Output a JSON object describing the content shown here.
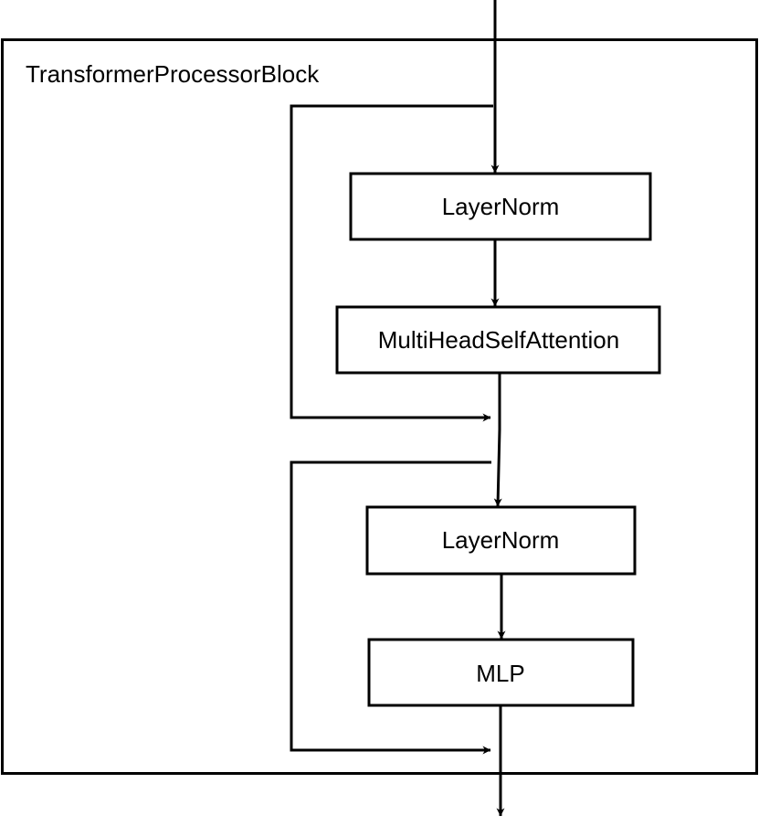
{
  "diagram": {
    "container_label": "TransformerProcessorBlock",
    "nodes": [
      {
        "id": "ln1",
        "label": "LayerNorm"
      },
      {
        "id": "mhsa",
        "label": "MultiHeadSelfAttention"
      },
      {
        "id": "ln2",
        "label": "LayerNorm"
      },
      {
        "id": "mlp",
        "label": "MLP"
      }
    ],
    "edges": [
      {
        "from": "input",
        "to": "ln1"
      },
      {
        "from": "ln1",
        "to": "mhsa"
      },
      {
        "from": "mhsa",
        "to": "ln2"
      },
      {
        "from": "ln2",
        "to": "mlp"
      },
      {
        "from": "mlp",
        "to": "output"
      },
      {
        "from": "input",
        "to": "residual-add-1",
        "type": "skip"
      },
      {
        "from": "residual-add-1",
        "to": "residual-add-2",
        "type": "skip"
      }
    ],
    "line_color": "#000000",
    "background_color": "#ffffff"
  }
}
